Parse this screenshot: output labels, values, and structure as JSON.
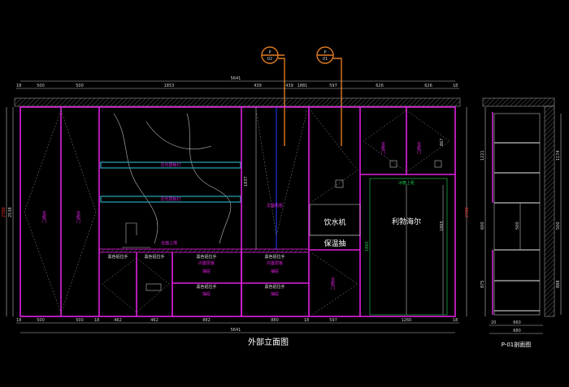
{
  "title": "外部立面图",
  "section_title": "P-01剖面图",
  "callouts": [
    {
      "top": "P",
      "bottom": "02"
    },
    {
      "top": "P",
      "bottom": "01"
    }
  ],
  "dims_top": {
    "total": "5641",
    "segments": [
      "18",
      "500",
      "500",
      "1853",
      "439",
      "439",
      "1881",
      "597",
      "626",
      "626",
      "18"
    ]
  },
  "dims_bottom": {
    "total": "5641",
    "segments": [
      "18",
      "500",
      "500",
      "18",
      "462",
      "462",
      "882",
      "880",
      "18",
      "597",
      "1260",
      "18"
    ]
  },
  "dims_left": {
    "overall": "2700",
    "inner": "2538"
  },
  "dims_inner": {
    "tall": "1837",
    "fridge": "1865",
    "upper": "867",
    "green": "1865"
  },
  "section_dims": {
    "depth1": "20",
    "depth2": "660",
    "total": "680",
    "h1": "1221",
    "h2": "600",
    "h3": "875",
    "r1": "1174",
    "r2": "500",
    "r3": "888",
    "mid": "500"
  },
  "labels": {
    "door": "见柜门",
    "shelf": "见光层板灯",
    "counter_top": "台面上墙",
    "tall_unit": "见烟机柜",
    "water": "饮水机",
    "warmer": "保温抽",
    "fridge": "利勃海尔",
    "handle": "黑色铝拉手",
    "inner": "内置层板",
    "drawer": "抽屉",
    "fridge_top": "冰箱上柜"
  },
  "colors": {
    "cabinet": "#e020e0",
    "glass": "#2aa6b8",
    "callout": "#e07b20",
    "dim": "#cfcfcf"
  }
}
